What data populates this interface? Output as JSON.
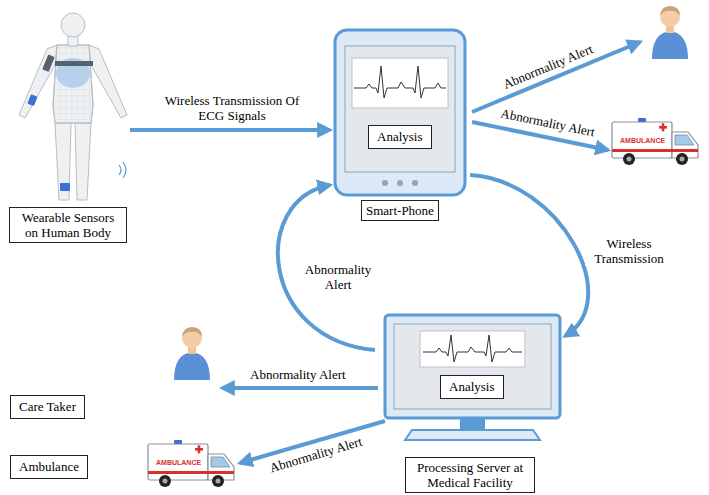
{
  "diagram": {
    "nodes": [
      {
        "text": [
          "Wearable Sensors on Human Body"
        ]
      },
      {
        "text": [
          "Smart-Phone"
        ]
      },
      {
        "text": [
          "Analysis"
        ],
        "in": 1
      },
      {
        "text": [
          "Processing Server at Medical Facility"
        ]
      },
      {
        "text": [
          "Analysis"
        ],
        "in": 3
      },
      {
        "text": [
          "Care Taker"
        ]
      },
      {
        "text": [
          "Ambulance"
        ]
      }
    ],
    "edges": [
      {
        "from": 0,
        "to": 1,
        "arrow": "to",
        "label": "Wireless Transmission Of ECG Signals"
      },
      {
        "from": 1,
        "to": 3,
        "arrow": "to",
        "label": "Wireless Transmission"
      },
      {
        "from": 3,
        "to": 1,
        "arrow": "to",
        "label": "Abnormality Alert"
      }
    ],
    "labels": [
      "Abnormality Alert",
      "Abnormality Alert",
      "AMBULANCE",
      "Abnormality Alert",
      "Abnormality Alert",
      "AMBULANCE"
    ]
  }
}
